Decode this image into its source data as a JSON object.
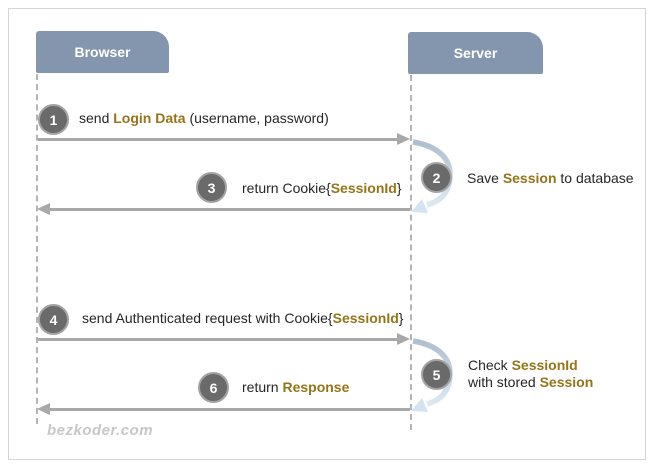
{
  "watermark": "bezkoder.com",
  "actors": {
    "browser": "Browser",
    "server": "Server"
  },
  "steps": {
    "s1": {
      "num": "1",
      "pre": "send ",
      "em": "Login Data",
      "post": " (username, password)"
    },
    "s2": {
      "num": "2",
      "pre": "Save ",
      "em": "Session",
      "post": " to database"
    },
    "s3": {
      "num": "3",
      "pre": "return Cookie{",
      "em": "SessionId",
      "post": "}"
    },
    "s4": {
      "num": "4",
      "pre": "send Authenticated request with Cookie{",
      "em": "SessionId",
      "post": "}"
    },
    "s5": {
      "num": "5",
      "line1_pre": "Check ",
      "line1_em": "SessionId",
      "line2_pre": "with stored ",
      "line2_em": "Session"
    },
    "s6": {
      "num": "6",
      "pre": "return ",
      "em": "Response",
      "post": ""
    }
  },
  "colors": {
    "actor_bg": "#8496ae",
    "accent_gold": "#97741a",
    "text": "#262626",
    "arrow": "#a8a8a8",
    "lifeline": "#b4b4b4",
    "circle_bg": "#6a6a6a",
    "circle_ring": "#a3a3a3",
    "loop_arrow_dark": "#aebfd0",
    "loop_arrow_light": "#dce9f3",
    "border": "#d4d4d4",
    "watermark": "#c7c7c7"
  }
}
